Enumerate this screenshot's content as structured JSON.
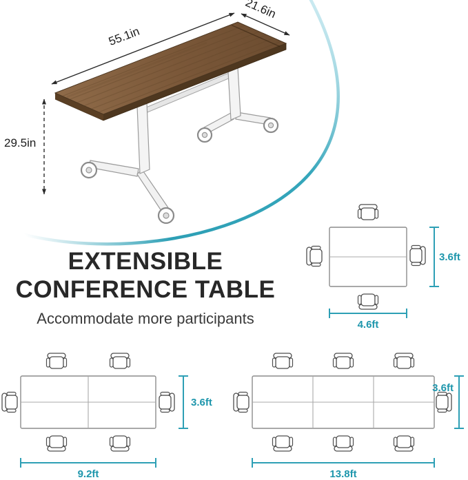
{
  "illustration": {
    "depth_label": "21.6in",
    "width_label": "55.1in",
    "height_label": "29.5in"
  },
  "heading": {
    "line1": "EXTENSIBLE",
    "line2": "CONFERENCE TABLE",
    "subtitle": "Accommodate more participants"
  },
  "colors": {
    "accent": "#2D9FB5",
    "headline_text": "#282828",
    "wood": "#7D5B3C"
  },
  "layouts": [
    {
      "name": "single table configuration",
      "width_label": "4.6ft",
      "height_label": "3.6ft",
      "seats": 4,
      "sections_cols": 1,
      "sections_rows": 2
    },
    {
      "name": "double table configuration",
      "width_label": "9.2ft",
      "height_label": "3.6ft",
      "seats": 6,
      "sections_cols": 2,
      "sections_rows": 2
    },
    {
      "name": "triple table configuration",
      "width_label": "13.8ft",
      "height_label": "3.6ft",
      "seats": 8,
      "sections_cols": 3,
      "sections_rows": 2
    }
  ]
}
